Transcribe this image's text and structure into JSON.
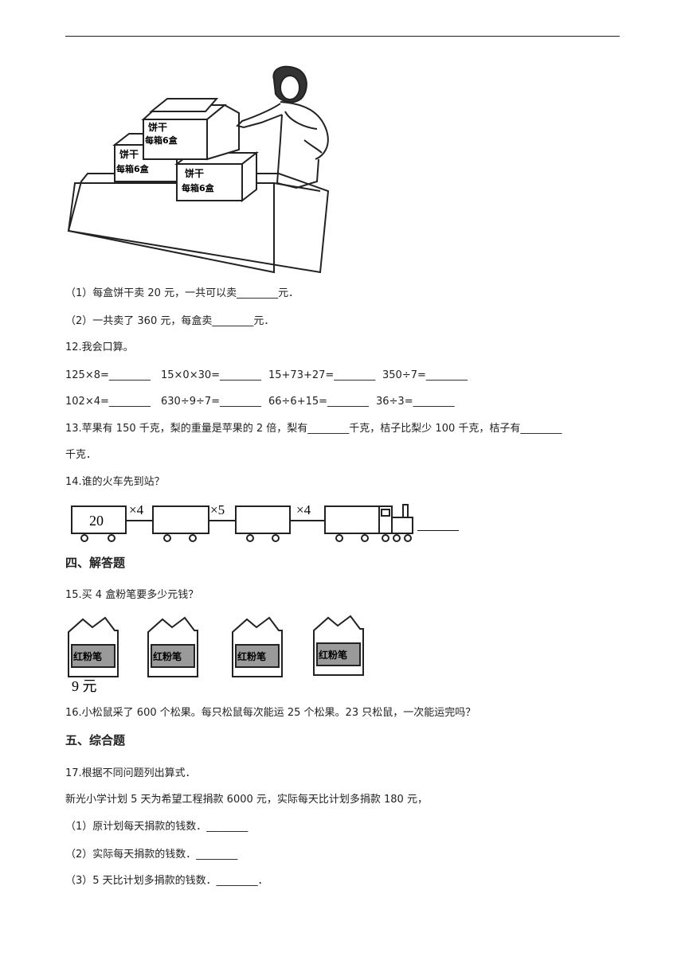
{
  "q11": {
    "box_label": "饼干",
    "box_sub": "每箱6盒",
    "sub1": "（1）每盒饼干卖 20 元，一共可以卖________元．",
    "sub2": "（2）一共卖了 360 元，每盒卖________元．"
  },
  "q12": {
    "title": "12.我会口算。",
    "row1": [
      "125×8=________",
      "15×0×30=________",
      "15+73+27=________",
      "350÷7=________"
    ],
    "row2": [
      "102×4=________",
      "630÷9÷7=________",
      "66÷6+15=________",
      "36÷3=________"
    ]
  },
  "q13": {
    "line1": "13.苹果有 150 千克，梨的重量是苹果的 2 倍，梨有________千克，桔子比梨少 100 千克，桔子有________",
    "line2": "千克．"
  },
  "q14": {
    "title": "14.谁的火车先到站？",
    "start": "20",
    "ops": [
      "×4",
      "×5",
      "×4"
    ],
    "answer_blank": "________"
  },
  "sec4": {
    "title": "四、解答题"
  },
  "q15": {
    "title": "15.买 4 盒粉笔要多少元钱？",
    "box_label": "红粉笔",
    "price": "9 元"
  },
  "q16": {
    "text": "16.小松鼠采了 600 个松果。每只松鼠每次能运 25 个松果。23 只松鼠，一次能运完吗？"
  },
  "sec5": {
    "title": "五、综合题"
  },
  "q17": {
    "title": "17.根据不同问题列出算式．",
    "stem": "新光小学计划 5 天为希望工程捐款 6000 元，实际每天比计划多捐款 180 元，",
    "sub1": "（1）原计划每天捐款的钱数．________",
    "sub2": "（2）实际每天捐款的钱数．________",
    "sub3": "（3）5 天比计划多捐款的钱数．________．"
  }
}
